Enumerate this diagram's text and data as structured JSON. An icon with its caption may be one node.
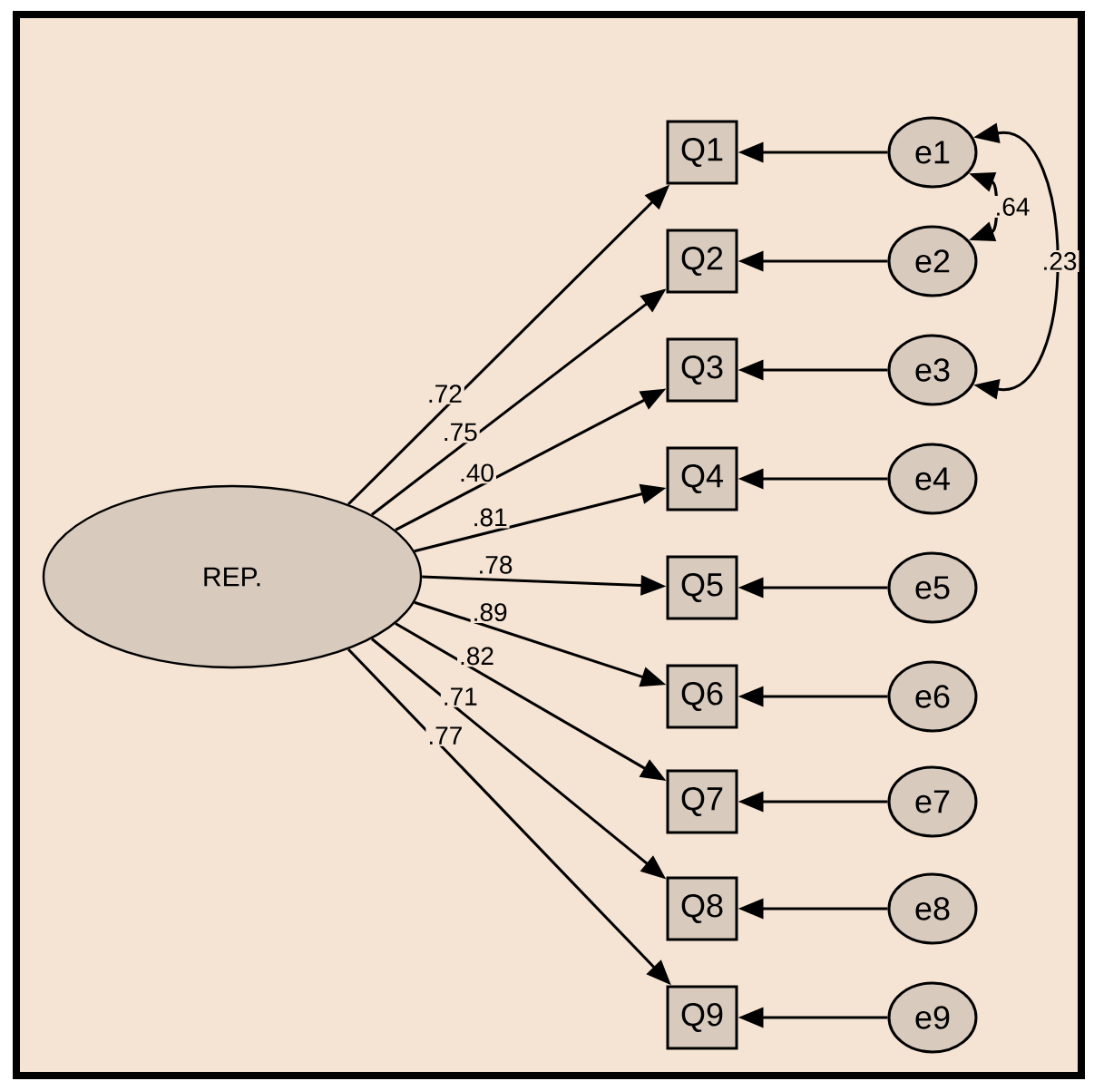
{
  "diagram": {
    "nodes": [
      {
        "text": [
          "REP."
        ]
      },
      {
        "text": [
          "Q1"
        ]
      },
      {
        "text": [
          "Q2"
        ]
      },
      {
        "text": [
          "Q3"
        ]
      },
      {
        "text": [
          "Q4"
        ]
      },
      {
        "text": [
          "Q5"
        ]
      },
      {
        "text": [
          "Q6"
        ]
      },
      {
        "text": [
          "Q7"
        ]
      },
      {
        "text": [
          "Q8"
        ]
      },
      {
        "text": [
          "Q9"
        ]
      },
      {
        "text": [
          "e1"
        ]
      },
      {
        "text": [
          "e2"
        ]
      },
      {
        "text": [
          "e3"
        ]
      },
      {
        "text": [
          "e4"
        ]
      },
      {
        "text": [
          "e5"
        ]
      },
      {
        "text": [
          "e6"
        ]
      },
      {
        "text": [
          "e7"
        ]
      },
      {
        "text": [
          "e8"
        ]
      },
      {
        "text": [
          "e9"
        ]
      }
    ],
    "edges": [
      {
        "from": 0,
        "to": 1,
        "arrow": "to",
        "label": ".72"
      },
      {
        "from": 0,
        "to": 2,
        "arrow": "to",
        "label": ".75"
      },
      {
        "from": 0,
        "to": 3,
        "arrow": "to",
        "label": ".40"
      },
      {
        "from": 0,
        "to": 4,
        "arrow": "to",
        "label": ".81"
      },
      {
        "from": 0,
        "to": 5,
        "arrow": "to",
        "label": ".78"
      },
      {
        "from": 0,
        "to": 6,
        "arrow": "to",
        "label": ".89"
      },
      {
        "from": 0,
        "to": 7,
        "arrow": "to",
        "label": ".82"
      },
      {
        "from": 0,
        "to": 8,
        "arrow": "to",
        "label": ".71"
      },
      {
        "from": 0,
        "to": 9,
        "arrow": "to",
        "label": ".77"
      },
      {
        "from": 10,
        "to": 1,
        "arrow": "to"
      },
      {
        "from": 11,
        "to": 2,
        "arrow": "to"
      },
      {
        "from": 12,
        "to": 3,
        "arrow": "to"
      },
      {
        "from": 13,
        "to": 4,
        "arrow": "to"
      },
      {
        "from": 14,
        "to": 5,
        "arrow": "to"
      },
      {
        "from": 15,
        "to": 6,
        "arrow": "to"
      },
      {
        "from": 16,
        "to": 7,
        "arrow": "to"
      },
      {
        "from": 17,
        "to": 8,
        "arrow": "to"
      },
      {
        "from": 18,
        "to": 9,
        "arrow": "to"
      },
      {
        "from": 10,
        "to": 11,
        "arrow": "both",
        "label": ".64"
      },
      {
        "from": 10,
        "to": 12,
        "arrow": "both",
        "label": ".23"
      }
    ]
  }
}
